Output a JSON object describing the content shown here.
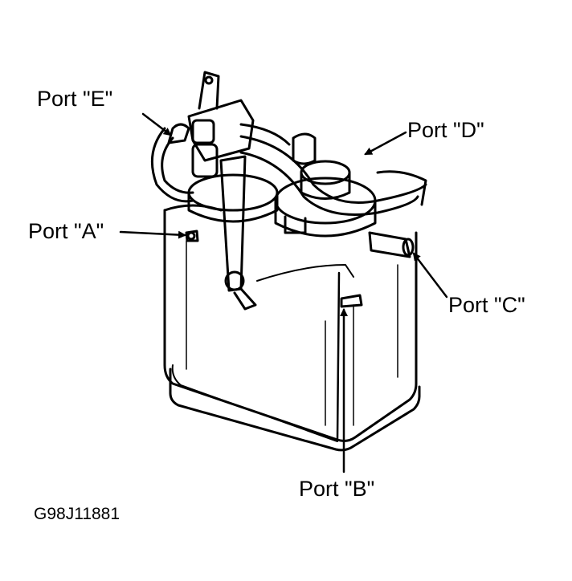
{
  "labels": {
    "port_e": "Port \"E\"",
    "port_d": "Port \"D\"",
    "port_a": "Port \"A\"",
    "port_c": "Port \"C\"",
    "port_b": "Port \"B\""
  },
  "figure_id": "G98J11881"
}
